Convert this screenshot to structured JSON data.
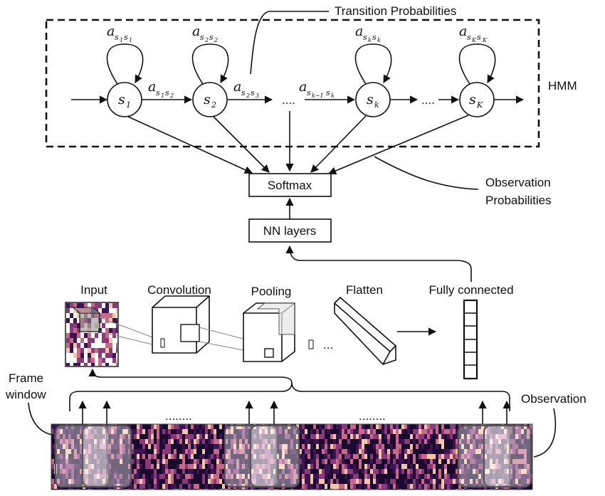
{
  "hmm": {
    "label": "HMM",
    "transition_label": "Transition Probabilities",
    "observation_label_line1": "Observation",
    "observation_label_line2": "Probabilities",
    "states": [
      {
        "base": "s",
        "sub": "1"
      },
      {
        "base": "s",
        "sub": "2"
      },
      {
        "base": "s",
        "sub": "k"
      },
      {
        "base": "s",
        "sub": "K"
      }
    ],
    "self_transitions": [
      {
        "base": "a",
        "s1": "s",
        "s1sub": "1",
        "s2": "s",
        "s2sub": "1"
      },
      {
        "base": "a",
        "s1": "s",
        "s1sub": "2",
        "s2": "s",
        "s2sub": "2"
      },
      {
        "base": "a",
        "s1": "s",
        "s1sub": "k",
        "s2": "s",
        "s2sub": "k"
      },
      {
        "base": "a",
        "s1": "s",
        "s1sub": "K",
        "s2": "s",
        "s2sub": "K"
      }
    ],
    "forward_transitions": [
      {
        "base": "a",
        "s1": "s",
        "s1sub": "1",
        "s2": "s",
        "s2sub": "2"
      },
      {
        "base": "a",
        "s1": "s",
        "s1sub": "2",
        "s2": "s",
        "s2sub": "3"
      },
      {
        "base": "a",
        "s1": "s",
        "s1sub": "k−1",
        "s2": "s",
        "s2sub": "k"
      }
    ],
    "ellipsis": "...."
  },
  "network": {
    "softmax": "Softmax",
    "nn_layers": "NN layers",
    "stages": {
      "input": "Input",
      "convolution": "Convolution",
      "pooling": "Pooling",
      "flatten": "Flatten",
      "fully_connected": "Fully connected"
    },
    "ellipsis": "..."
  },
  "observation": {
    "frame_window_line1": "Frame",
    "frame_window_line2": "window",
    "observation_label": "Observation",
    "dots": "........"
  },
  "colors": {
    "line": "#111111",
    "spectrogram_dark": "#1a0a2e",
    "spectrogram_mid": "#8a3a7a",
    "spectrogram_light": "#f0c8a8",
    "window_fill": "#ffffff"
  }
}
